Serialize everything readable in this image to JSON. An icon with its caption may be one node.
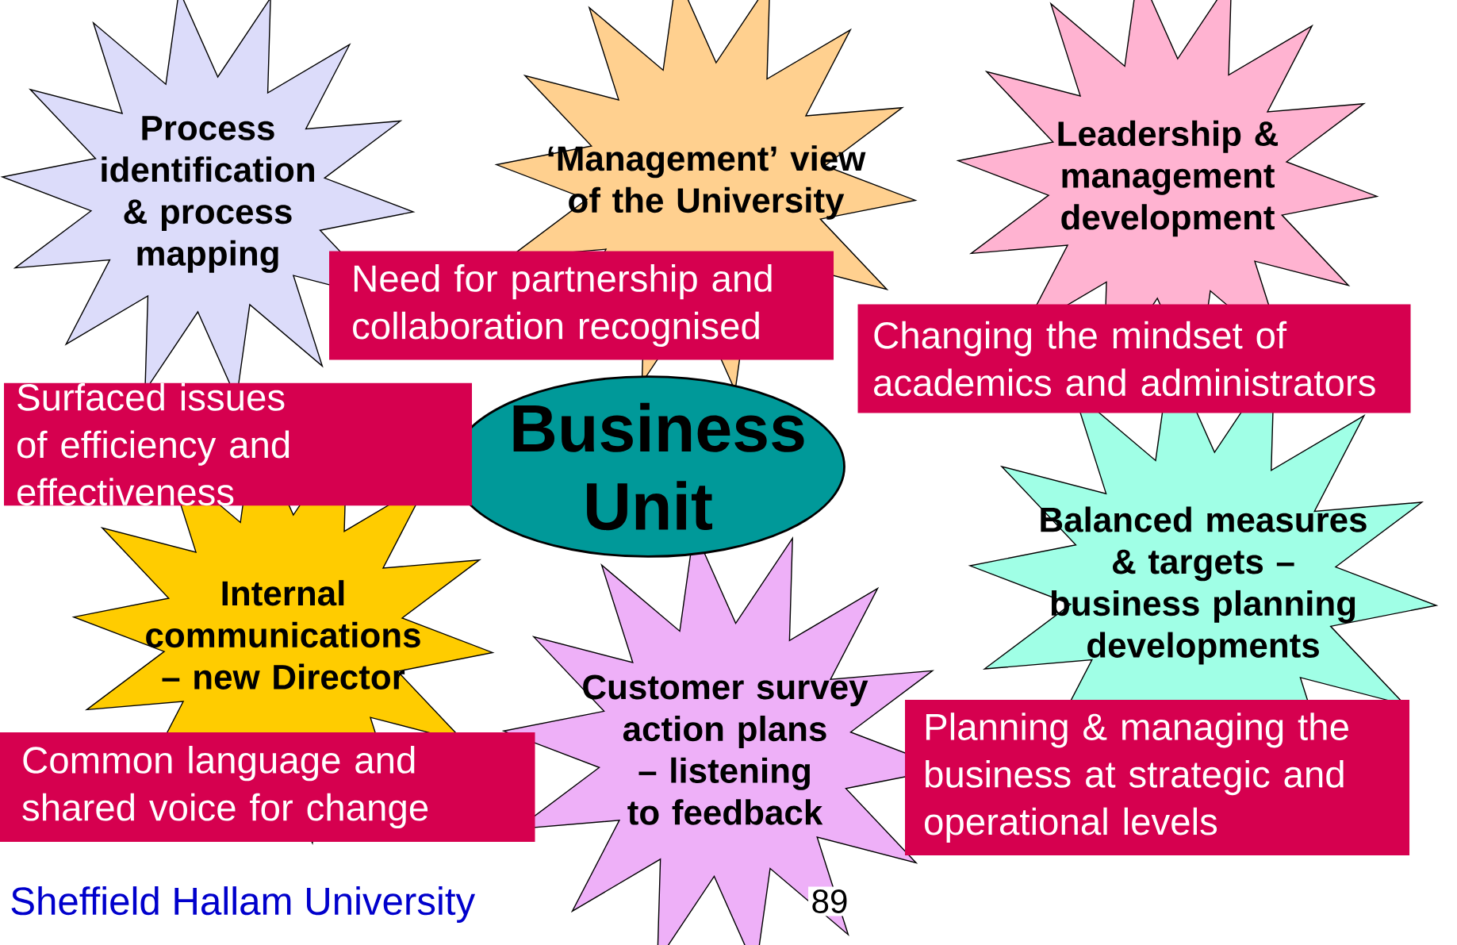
{
  "diagram": {
    "nodes": [
      {
        "text": [
          "Process identification & process mapping"
        ]
      },
      {
        "text": [
          "‘Management’ view of the University"
        ]
      },
      {
        "text": [
          "Leadership & management development"
        ]
      },
      {
        "text": [
          "Need for partnership and collaboration recognised"
        ]
      },
      {
        "text": [
          "Changing the mindset of academics and administrators"
        ]
      },
      {
        "text": [
          "Surfaced issues of efficiency and effectiveness"
        ]
      },
      {
        "text": [
          "Business Unit"
        ]
      },
      {
        "text": [
          "Balanced measures & targets – business planning developments"
        ]
      },
      {
        "text": [
          "Internal communications – new Director"
        ]
      },
      {
        "text": [
          "Customer survey action plans – listening to feedback"
        ]
      },
      {
        "text": [
          "Planning & managing the business at strategic and operational levels"
        ]
      },
      {
        "text": [
          "Common language and shared voice for change"
        ]
      }
    ],
    "labels": [
      "Sheffield Hallam University",
      "89"
    ]
  }
}
